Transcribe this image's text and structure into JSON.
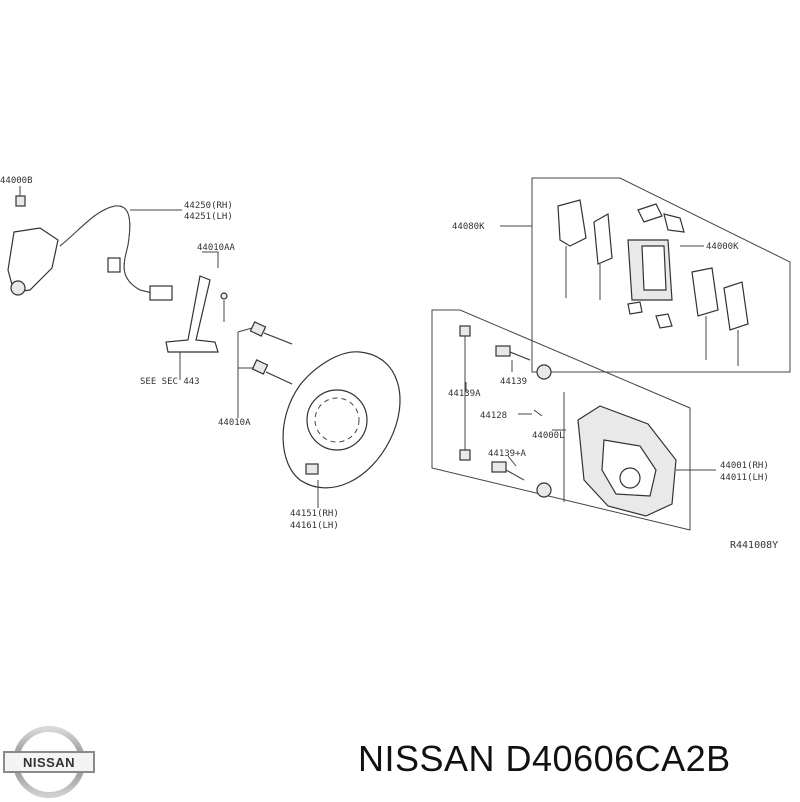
{
  "callouts": {
    "p44000B": "44000B",
    "p44250": "44250(RH)",
    "p44251": "44251(LH)",
    "p44010AA": "44010AA",
    "see_sec": "SEE SEC 443",
    "p44010A": "44010A",
    "p44151": "44151(RH)",
    "p44161": "44161(LH)",
    "p44080K": "44080K",
    "p44000K": "44000K",
    "p44139A": "44139A",
    "p44139": "44139",
    "p44128": "44128",
    "p44000L": "44000L",
    "p44139plusA": "44139+A",
    "p44001": "44001(RH)",
    "p44011": "44011(LH)"
  },
  "diagram_ref": "R441008Y",
  "brand": {
    "logo_text": "NISSAN",
    "part_label": "NISSAN D40606CA2B"
  }
}
